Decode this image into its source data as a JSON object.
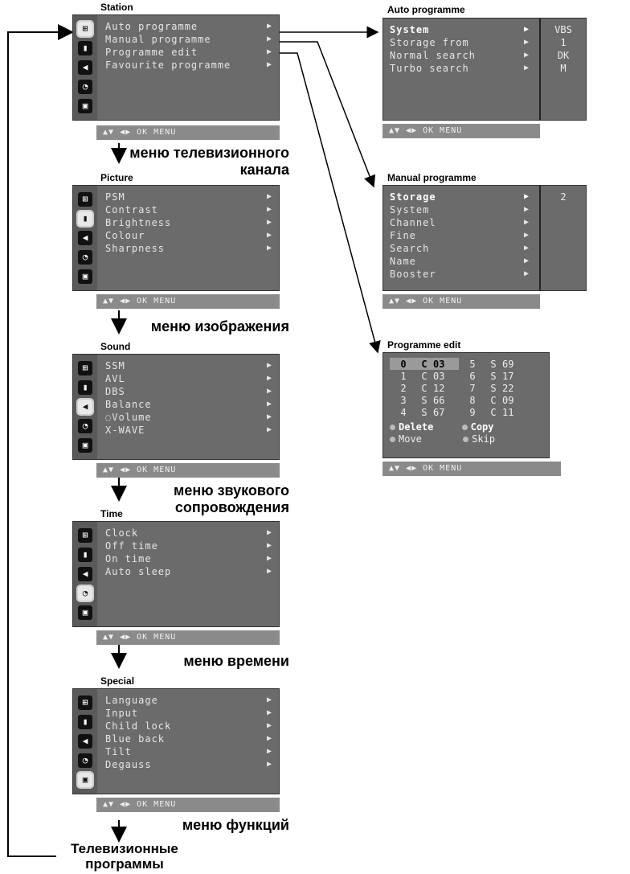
{
  "menus": {
    "station": {
      "title": "Station",
      "items": [
        "Auto programme",
        "Manual programme",
        "Programme edit",
        "Favourite programme"
      ],
      "footer": "▲▼ ◀▶ OK MENU",
      "caption": "меню телевизионного канала"
    },
    "picture": {
      "title": "Picture",
      "items": [
        "PSM",
        "Contrast",
        "Brightness",
        "Colour",
        "Sharpness"
      ],
      "footer": "▲▼ ◀▶ OK MENU",
      "caption": "меню изображения"
    },
    "sound": {
      "title": "Sound",
      "items": [
        "SSM",
        "AVL",
        "DBS",
        "Balance",
        "Volume",
        "X-WAVE"
      ],
      "footer": "▲▼ ◀▶ OK MENU",
      "caption": "меню звукового сопровождения"
    },
    "time": {
      "title": "Time",
      "items": [
        "Clock",
        "Off time",
        "On time",
        "Auto sleep"
      ],
      "footer": "▲▼ ◀▶ OK MENU",
      "caption": "меню времени"
    },
    "special": {
      "title": "Special",
      "items": [
        "Language",
        "Input",
        "Child lock",
        "Blue back",
        "Tilt",
        "Degauss"
      ],
      "footer": "▲▼ ◀▶ OK MENU",
      "caption": "меню функций"
    }
  },
  "submenus": {
    "auto": {
      "title": "Auto programme",
      "items": [
        "System",
        "Storage from",
        "Normal search",
        "Turbo search"
      ],
      "values": [
        "VBS",
        "1",
        "DK",
        "M"
      ],
      "footer": "▲▼ ◀▶ OK MENU"
    },
    "manual": {
      "title": "Manual programme",
      "items": [
        "Storage",
        "System",
        "Channel",
        "Fine",
        "Search",
        "Name",
        "Booster"
      ],
      "values": [
        "2"
      ],
      "footer": "▲▼ ◀▶ OK MENU"
    },
    "edit": {
      "title": "Programme edit",
      "rows": [
        [
          "0",
          "C",
          "03",
          "5",
          "S",
          "69"
        ],
        [
          "1",
          "C",
          "03",
          "6",
          "S",
          "17"
        ],
        [
          "2",
          "C",
          "12",
          "7",
          "S",
          "22"
        ],
        [
          "3",
          "S",
          "66",
          "8",
          "C",
          "09"
        ],
        [
          "4",
          "S",
          "67",
          "9",
          "C",
          "11"
        ]
      ],
      "opt_delete": "Delete",
      "opt_copy": "Copy",
      "opt_move": "Move",
      "opt_skip": "Skip",
      "footer": "▲▼ ◀▶ OK MENU"
    }
  },
  "bottom_caption": "Телевизионные программы"
}
